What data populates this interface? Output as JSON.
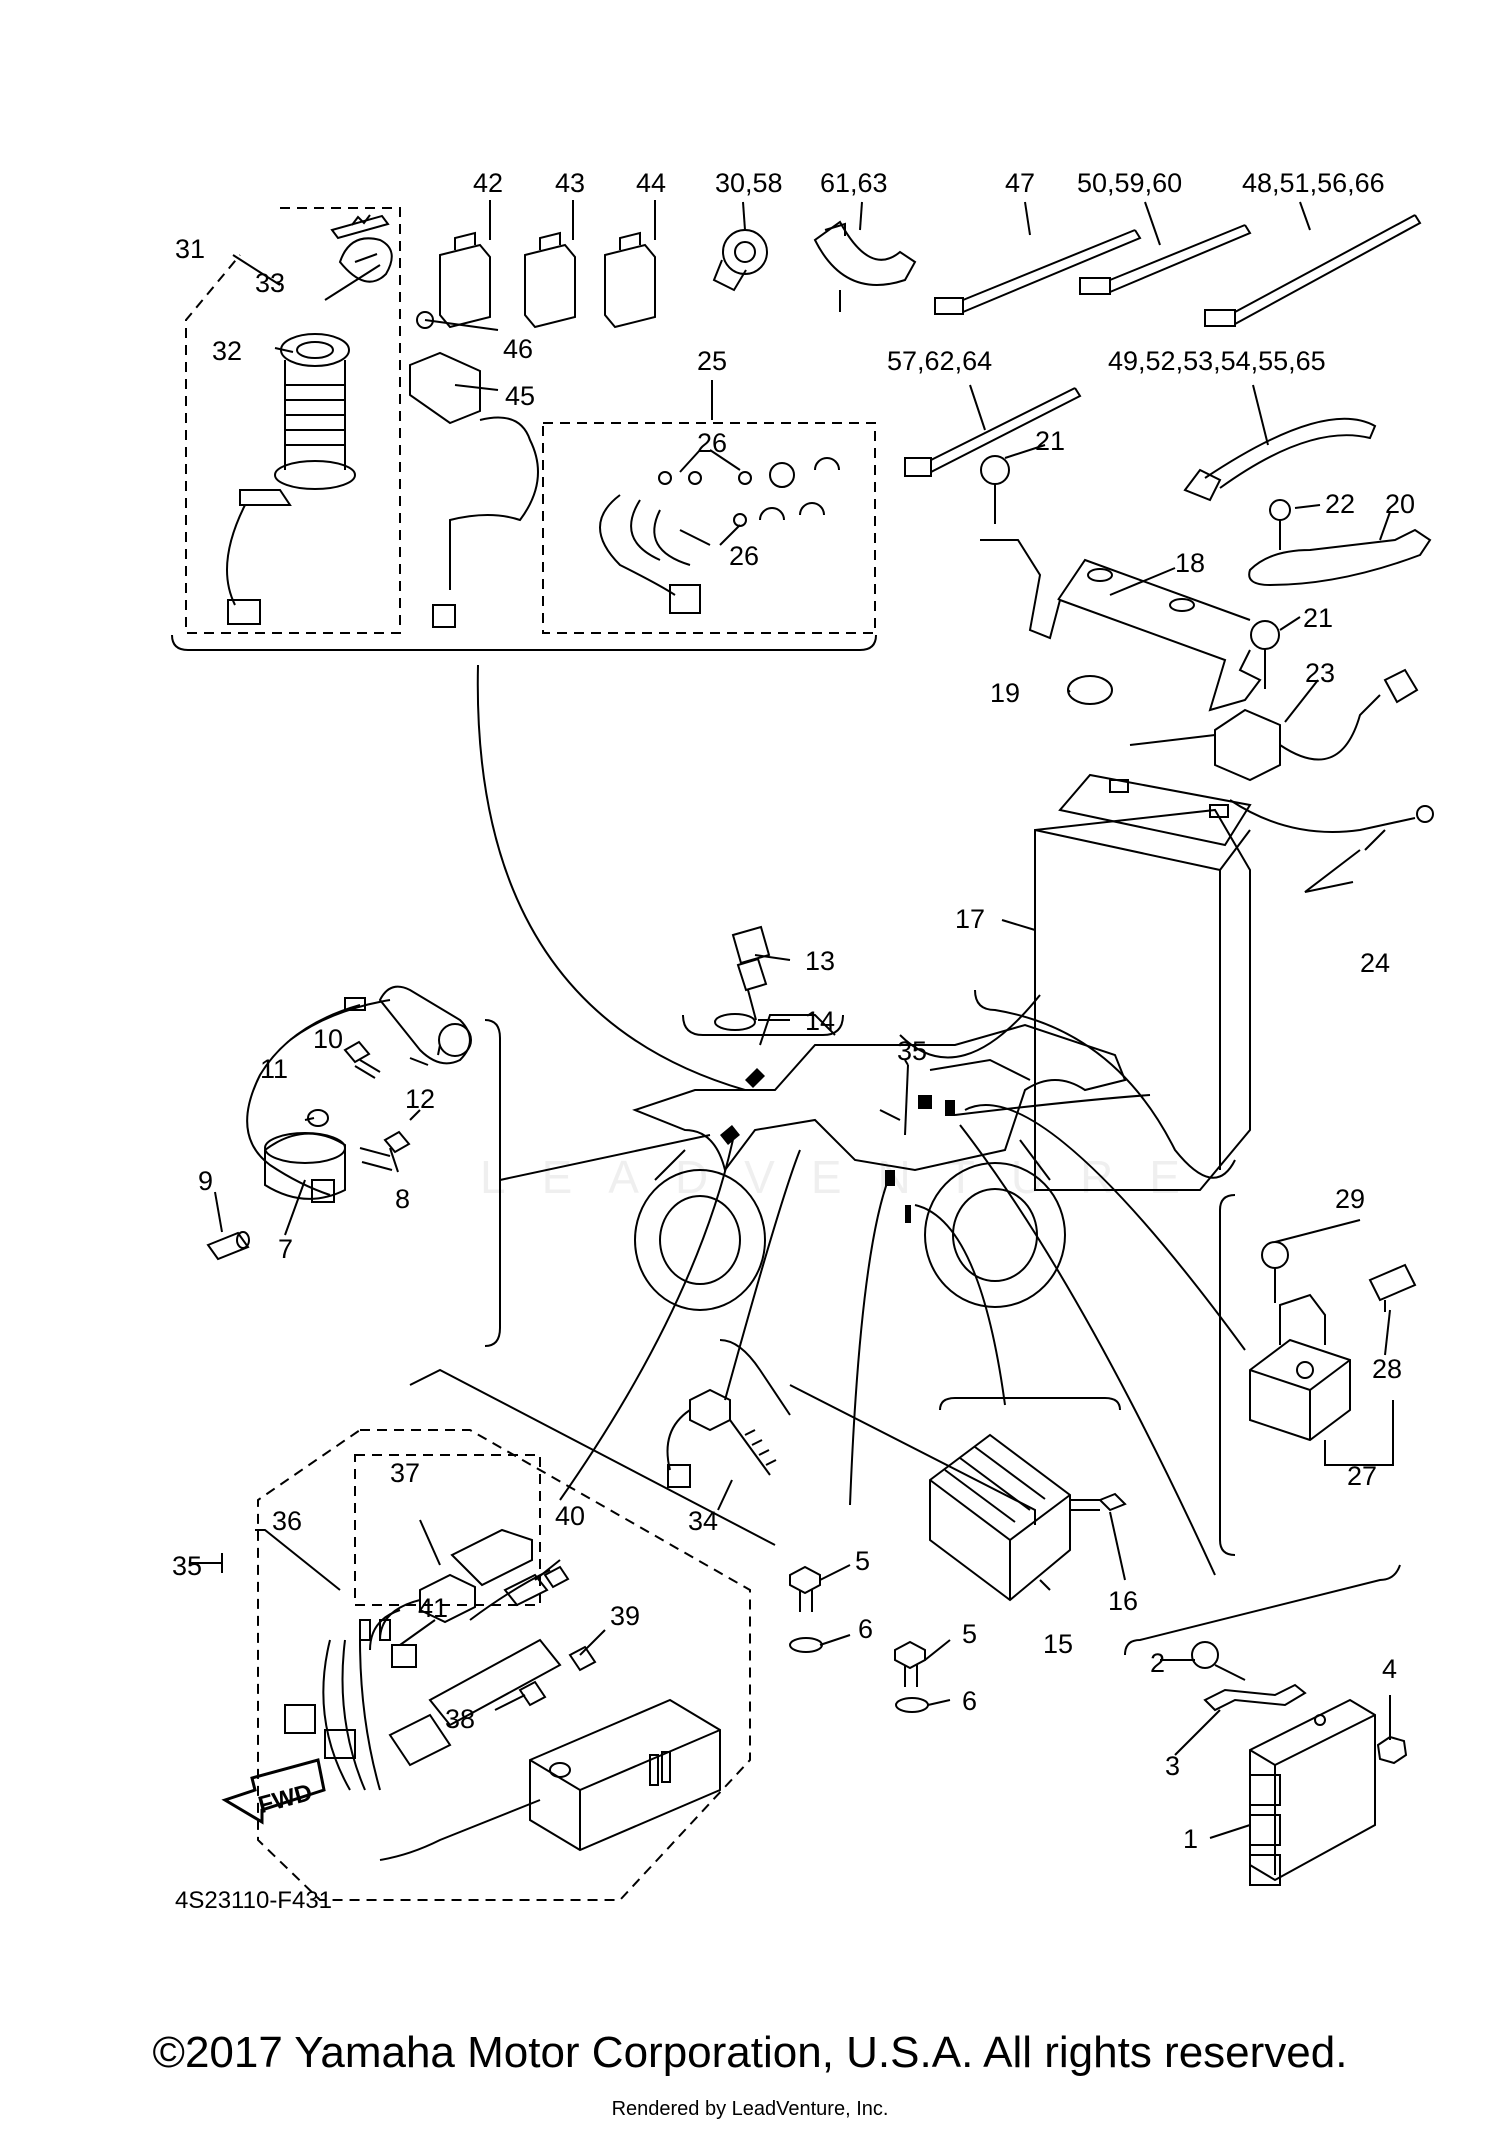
{
  "diagram": {
    "code": "4S23110-F431",
    "fwd_label": "FWD",
    "watermark": "LEADVENTURE"
  },
  "footer": {
    "copyright": "©2017 Yamaha Motor Corporation, U.S.A. All rights reserved.",
    "rendered_by": "Rendered by LeadVenture, Inc."
  },
  "callouts": {
    "c1": "1",
    "c2": "2",
    "c3": "3",
    "c4": "4",
    "c5a": "5",
    "c5b": "5",
    "c6a": "6",
    "c6b": "6",
    "c7": "7",
    "c8": "8",
    "c9": "9",
    "c10": "10",
    "c11": "11",
    "c12": "12",
    "c13": "13",
    "c14": "14",
    "c15": "15",
    "c16": "16",
    "c17": "17",
    "c18": "18",
    "c19": "19",
    "c20": "20",
    "c21a": "21",
    "c21b": "21",
    "c22": "22",
    "c23": "23",
    "c24": "24",
    "c25": "25",
    "c26a": "26",
    "c26b": "26",
    "c27": "27",
    "c28": "28",
    "c29": "29",
    "c30_58": "30,58",
    "c31": "31",
    "c32": "32",
    "c33": "33",
    "c34": "34",
    "c35a": "35",
    "c35b": "35",
    "c36": "36",
    "c37": "37",
    "c38": "38",
    "c39": "39",
    "c40": "40",
    "c41": "41",
    "c42": "42",
    "c43": "43",
    "c44": "44",
    "c45": "45",
    "c46": "46",
    "c47": "47",
    "c48_51_56_66": "48,51,56,66",
    "c49_52_53_54_55_65": "49,52,53,54,55,65",
    "c50_59_60": "50,59,60",
    "c57_62_64": "57,62,64",
    "c61_63": "61,63"
  }
}
